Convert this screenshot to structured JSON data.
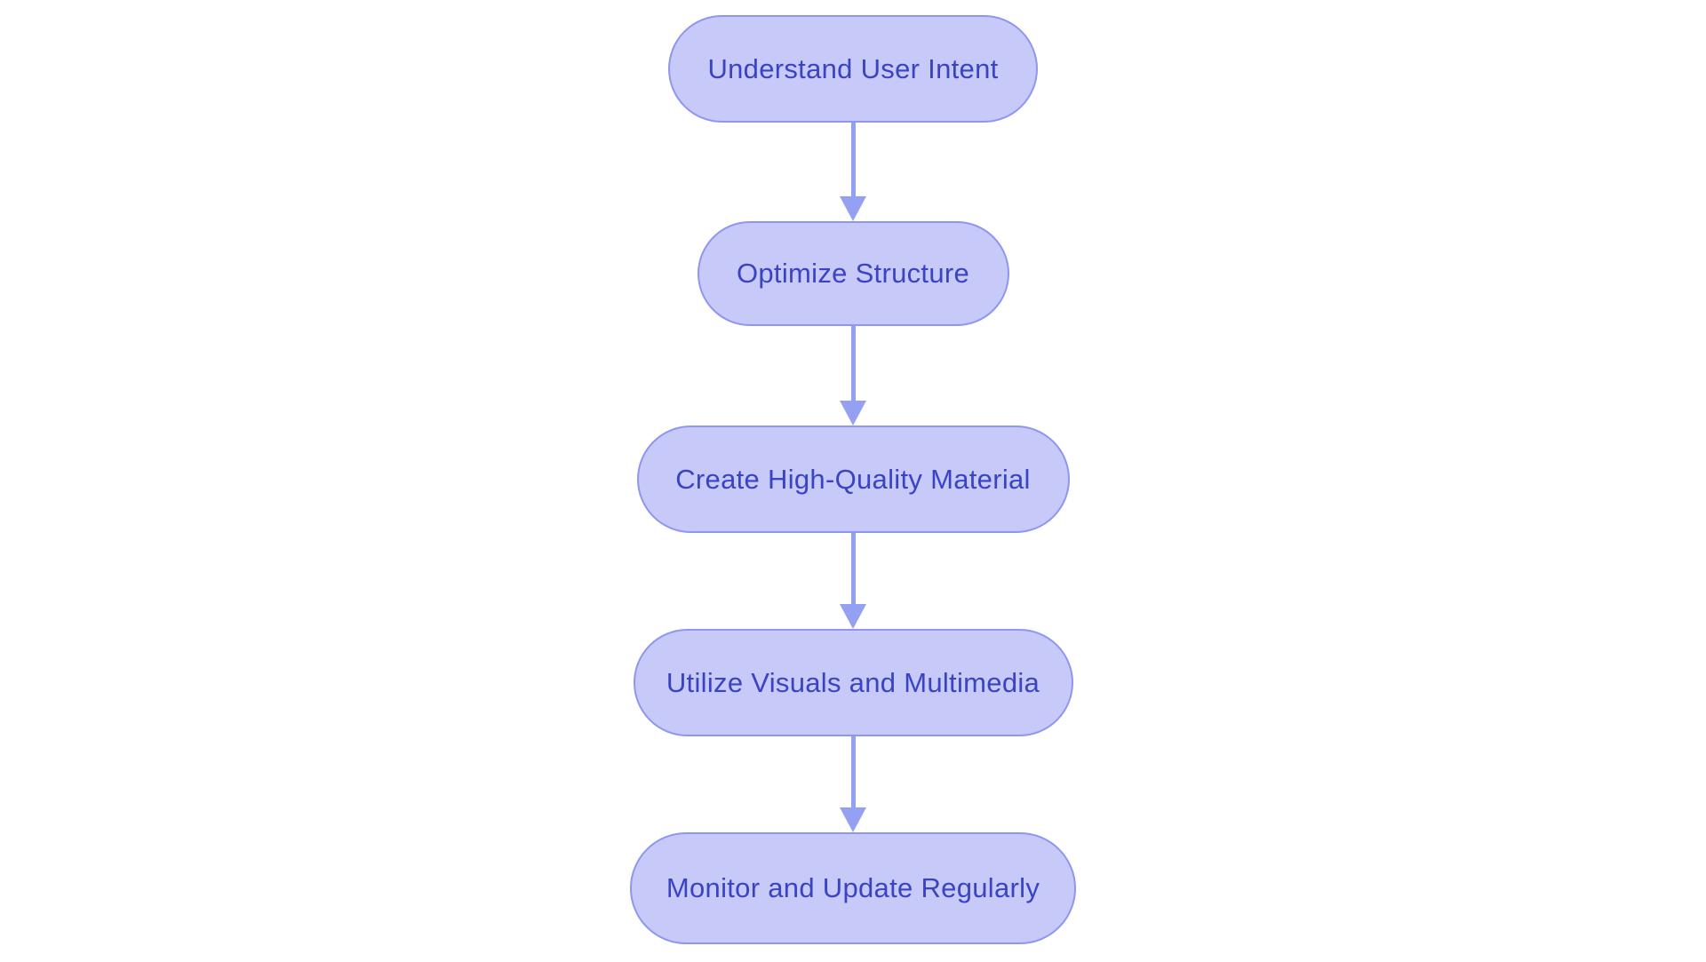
{
  "diagram": {
    "type": "flowchart",
    "direction": "top-down",
    "colors": {
      "background": "#ffffff",
      "node_fill": "#c7c9f8",
      "node_border": "#8f96ef",
      "text_color": "#3a44c3",
      "arrow_color": "#94a0f2"
    },
    "nodes": [
      {
        "id": "understand-user-intent",
        "label": "Understand User Intent"
      },
      {
        "id": "optimize-structure",
        "label": "Optimize Structure"
      },
      {
        "id": "create-high-quality-material",
        "label": "Create High-Quality Material"
      },
      {
        "id": "utilize-visuals-and-multimedia",
        "label": "Utilize Visuals and Multimedia"
      },
      {
        "id": "monitor-and-update-regularly",
        "label": "Monitor and Update Regularly"
      }
    ],
    "edges": [
      {
        "from": "understand-user-intent",
        "to": "optimize-structure",
        "style": "arrow-down"
      },
      {
        "from": "optimize-structure",
        "to": "create-high-quality-material",
        "style": "arrow-down"
      },
      {
        "from": "create-high-quality-material",
        "to": "utilize-visuals-and-multimedia",
        "style": "arrow-down"
      },
      {
        "from": "utilize-visuals-and-multimedia",
        "to": "monitor-and-update-regularly",
        "style": "arrow-down"
      }
    ]
  }
}
